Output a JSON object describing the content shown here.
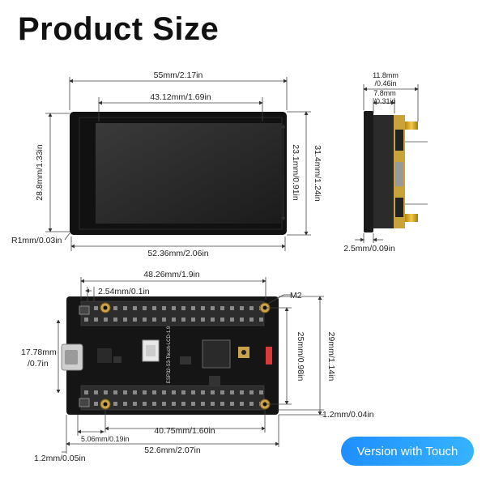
{
  "title": "Product Size",
  "badge": "Version with Touch",
  "front_view": {
    "width_outer": "55mm/2.17in",
    "width_active": "43.12mm/1.69in",
    "width_bottom": "52.36mm/2.06in",
    "height_left": "28.8mm/1.33in",
    "height_right_inner": "23.1mm/0.91in",
    "height_right_outer": "31.4mm/1.24in",
    "corner_radius": "R1mm/0.03in"
  },
  "side_view": {
    "thickness_total_1": "11.8mm",
    "thickness_total_2": "/0.46in",
    "thickness_board_1": "7.8mm",
    "thickness_board_2": "/0.31in",
    "bottom_offset": "2.5mm/0.09in"
  },
  "board_view": {
    "pin_span": "48.26mm/1.9in",
    "pin_pitch": "2.54mm/0.1in",
    "hole_label": "M2",
    "left_height_1": "17.78mm",
    "left_height_2": "/0.7in",
    "right_inner": "25mm/0.98in",
    "right_outer": "29mm/1.14in",
    "right_offset": "1.2mm/0.04in",
    "bottom_hole_span": "40.75mm/1.60in",
    "bottom_hole_offset": "5.06mm/0.19in",
    "bottom_total": "52.6mm/2.07in",
    "left_offset": "1.2mm/0.05in",
    "silk_text": "ESP32-S3-Touch-LCD-1.9"
  }
}
